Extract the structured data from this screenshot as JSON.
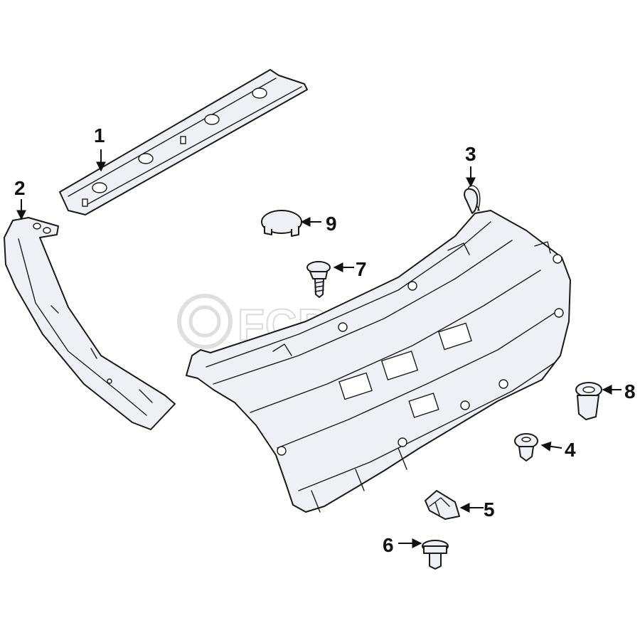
{
  "watermark": {
    "brand": "FCP EURO"
  },
  "callouts": [
    {
      "number": "1",
      "part": "upper-trim-strip"
    },
    {
      "number": "2",
      "part": "side-pillar-trim"
    },
    {
      "number": "3",
      "part": "hinge-clip"
    },
    {
      "number": "4",
      "part": "push-clip"
    },
    {
      "number": "5",
      "part": "retainer-bracket"
    },
    {
      "number": "6",
      "part": "bolt"
    },
    {
      "number": "7",
      "part": "screw"
    },
    {
      "number": "8",
      "part": "grommet"
    },
    {
      "number": "9",
      "part": "cap"
    }
  ]
}
